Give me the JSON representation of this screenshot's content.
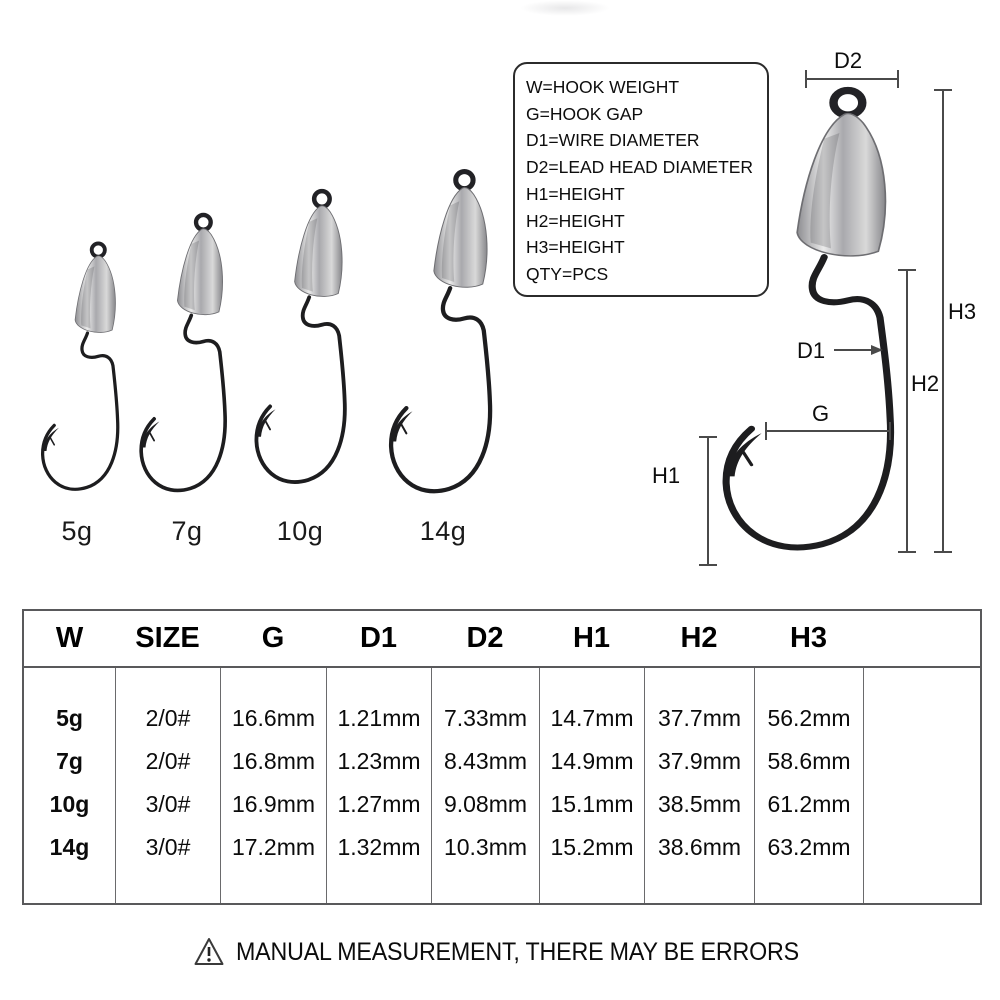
{
  "legend": {
    "lines": [
      "W=HOOK WEIGHT",
      "G=HOOK GAP",
      "D1=WIRE DIAMETER",
      "D2=LEAD HEAD DIAMETER",
      "H1=HEIGHT",
      "H2=HEIGHT",
      "H3=HEIGHT",
      "QTY=PCS"
    ]
  },
  "hooks": {
    "labels": [
      "5g",
      "7g",
      "10g",
      "14g"
    ]
  },
  "diagram": {
    "d2_label": "D2",
    "h3_label": "H3",
    "h2_label": "H2",
    "d1_label": "D1",
    "g_label": "G",
    "h1_label": "H1"
  },
  "table": {
    "headers": {
      "w": "W",
      "size": "SIZE",
      "g": "G",
      "d1": "D1",
      "d2": "D2",
      "h1": "H1",
      "h2": "H2",
      "h3": "H3"
    },
    "rows": [
      {
        "w": "5g",
        "size": "2/0#",
        "g": "16.6mm",
        "d1": "1.21mm",
        "d2": "7.33mm",
        "h1": "14.7mm",
        "h2": "37.7mm",
        "h3": "56.2mm"
      },
      {
        "w": "7g",
        "size": "2/0#",
        "g": "16.8mm",
        "d1": "1.23mm",
        "d2": "8.43mm",
        "h1": "14.9mm",
        "h2": "37.9mm",
        "h3": "58.6mm"
      },
      {
        "w": "10g",
        "size": "3/0#",
        "g": "16.9mm",
        "d1": "1.27mm",
        "d2": "9.08mm",
        "h1": "15.1mm",
        "h2": "38.5mm",
        "h3": "61.2mm"
      },
      {
        "w": "14g",
        "size": "3/0#",
        "g": "17.2mm",
        "d1": "1.32mm",
        "d2": "10.3mm",
        "h1": "15.2mm",
        "h2": "38.6mm",
        "h3": "63.2mm"
      }
    ]
  },
  "footer": {
    "warning": "MANUAL MEASUREMENT, THERE MAY BE ERRORS",
    "warning_icon": "warning-triangle-icon"
  },
  "colors": {
    "wire": "#1d1d1f",
    "dimension_line": "#4a4a4a",
    "table_line": "#59595b",
    "head_silver_light": "#ebebeb",
    "head_silver_dark": "#87878b"
  }
}
